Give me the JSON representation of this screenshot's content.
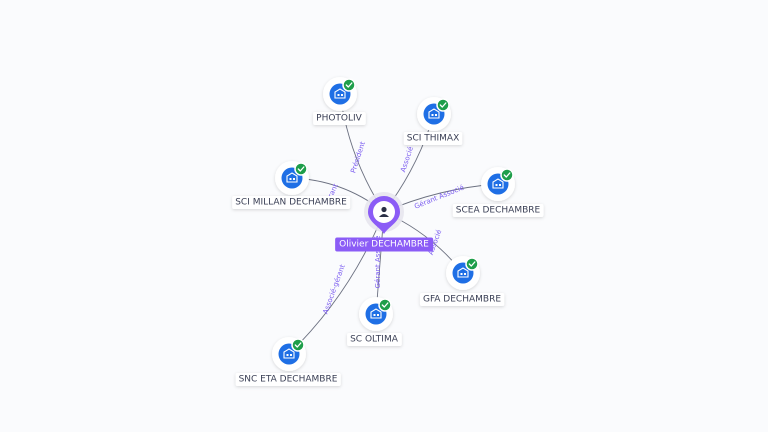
{
  "colors": {
    "edge": "#6b7080",
    "edge_label": "#7b5cf0",
    "company_icon_bg": "#1f6fe5",
    "check_badge": "#1e9e4a",
    "center_pin": "#8b5cf6",
    "center_label_bg": "#8b5cf6"
  },
  "center": {
    "name": "Olivier DECHAMBRE",
    "icon": "person-icon"
  },
  "companies": [
    {
      "name": "PHOTOLIV",
      "icon": "building-icon",
      "verified": true,
      "role": "Président"
    },
    {
      "name": "SCI THIMAX",
      "icon": "building-icon",
      "verified": true,
      "role": "Associé"
    },
    {
      "name": "SCI MILLAN DECHAMBRE",
      "icon": "building-icon",
      "verified": true,
      "role": "Gérant"
    },
    {
      "name": "SCEA DECHAMBRE",
      "icon": "building-icon",
      "verified": true,
      "role": "Gérant Associé"
    },
    {
      "name": "GFA DECHAMBRE",
      "icon": "building-icon",
      "verified": true,
      "role": "Associé"
    },
    {
      "name": "SC OLTIMA",
      "icon": "building-icon",
      "verified": true,
      "role": "Gérant Associé"
    },
    {
      "name": "SNC ETA DECHAMBRE",
      "icon": "building-icon",
      "verified": true,
      "role": "Associé-gérant"
    }
  ]
}
